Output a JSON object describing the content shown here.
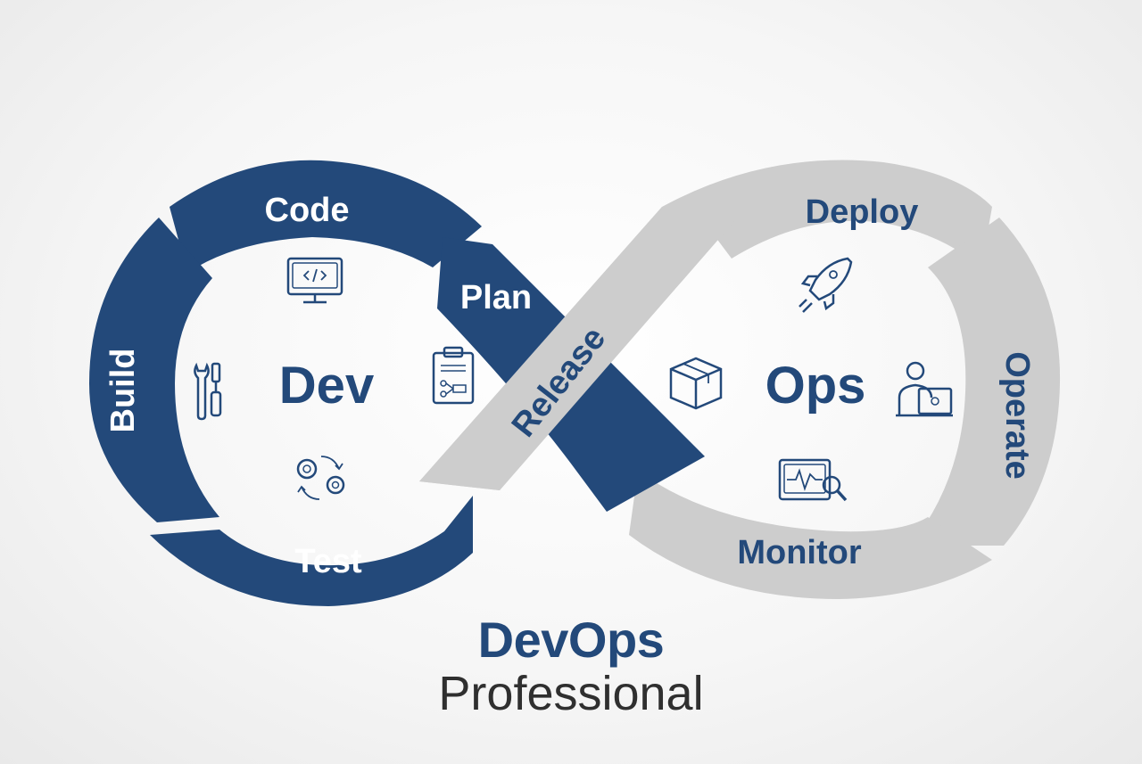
{
  "colors": {
    "dev_blue": "#23497a",
    "ops_gray": "#cdcdcd",
    "ops_text": "#23497a",
    "white": "#ffffff",
    "subtitle": "#2f2f2f"
  },
  "dev_loop": {
    "center_label": "Dev",
    "stages": {
      "code": "Code",
      "plan": "Plan",
      "build": "Build",
      "test": "Test"
    },
    "icons": [
      "code-monitor-icon",
      "tools-icon",
      "clipboard-flow-icon",
      "gears-cycle-icon"
    ]
  },
  "ops_loop": {
    "center_label": "Ops",
    "stages": {
      "deploy": "Deploy",
      "operate": "Operate",
      "monitor": "Monitor",
      "release": "Release"
    },
    "icons": [
      "rocket-icon",
      "box-icon",
      "person-laptop-icon",
      "monitor-chart-icon"
    ]
  },
  "footer": {
    "brand": "DevOps",
    "subtitle": "Professional"
  }
}
